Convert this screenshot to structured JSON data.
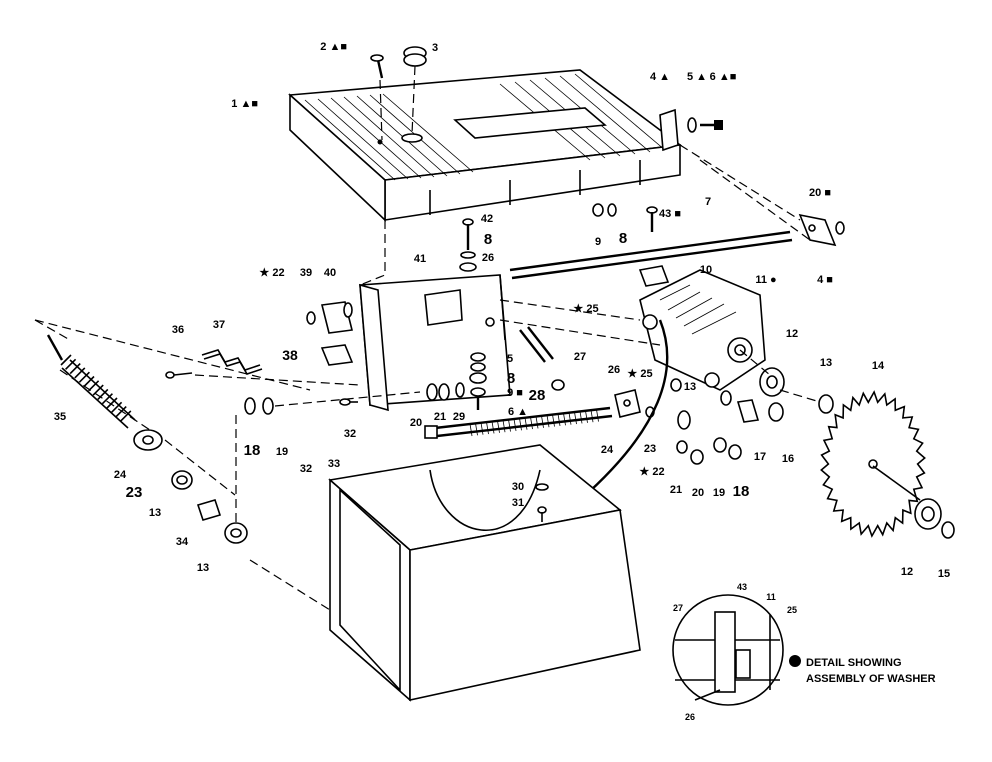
{
  "callouts": [
    {
      "id": "c1",
      "text": "1",
      "marks": "▲■"
    },
    {
      "id": "c2",
      "text": "2",
      "marks": "▲■"
    },
    {
      "id": "c3",
      "text": "3"
    },
    {
      "id": "c4a",
      "text": "4",
      "marks": "▲"
    },
    {
      "id": "c5",
      "text": "5",
      "marks": "▲"
    },
    {
      "id": "c6a",
      "text": "6",
      "marks": "▲■"
    },
    {
      "id": "c7",
      "text": "7"
    },
    {
      "id": "c20a",
      "text": "20",
      "marks": "■"
    },
    {
      "id": "c4b",
      "text": "4",
      "marks": "■"
    },
    {
      "id": "c9",
      "text": "9"
    },
    {
      "id": "c8a",
      "text": "8"
    },
    {
      "id": "c43",
      "text": "43",
      "marks": "■"
    },
    {
      "id": "c42",
      "text": "42"
    },
    {
      "id": "c8b",
      "text": "8"
    },
    {
      "id": "c26a",
      "text": "26"
    },
    {
      "id": "c41",
      "text": "41"
    },
    {
      "id": "c10",
      "text": "10"
    },
    {
      "id": "c11",
      "text": "11",
      "marks": "●"
    },
    {
      "id": "c22a",
      "text": "22",
      "prefix": "★"
    },
    {
      "id": "c39",
      "text": "39"
    },
    {
      "id": "c40",
      "text": "40"
    },
    {
      "id": "c25a",
      "text": "25",
      "prefix": "★"
    },
    {
      "id": "c36",
      "text": "36"
    },
    {
      "id": "c37",
      "text": "37"
    },
    {
      "id": "c38",
      "text": "38"
    },
    {
      "id": "c5b",
      "text": "5"
    },
    {
      "id": "c27",
      "text": "27"
    },
    {
      "id": "c26b",
      "text": "26"
    },
    {
      "id": "c8c",
      "text": "8"
    },
    {
      "id": "c9b",
      "text": "9",
      "marks": "■"
    },
    {
      "id": "c28",
      "text": "28"
    },
    {
      "id": "c25b",
      "text": "25",
      "prefix": "★"
    },
    {
      "id": "c12a",
      "text": "12"
    },
    {
      "id": "c13a",
      "text": "13"
    },
    {
      "id": "c14",
      "text": "14"
    },
    {
      "id": "c35",
      "text": "35"
    },
    {
      "id": "c20b",
      "text": "20"
    },
    {
      "id": "c21a",
      "text": "21"
    },
    {
      "id": "c29",
      "text": "29"
    },
    {
      "id": "c6b",
      "text": "6",
      "marks": "▲"
    },
    {
      "id": "c32a",
      "text": "32"
    },
    {
      "id": "c13b",
      "text": "13"
    },
    {
      "id": "c24a",
      "text": "24"
    },
    {
      "id": "c23a",
      "text": "23"
    },
    {
      "id": "c22b",
      "text": "22",
      "prefix": "★"
    },
    {
      "id": "c17",
      "text": "17"
    },
    {
      "id": "c16",
      "text": "16"
    },
    {
      "id": "c18a",
      "text": "18"
    },
    {
      "id": "c19a",
      "text": "19"
    },
    {
      "id": "c24b",
      "text": "24"
    },
    {
      "id": "c23b",
      "text": "23"
    },
    {
      "id": "c13c",
      "text": "13"
    },
    {
      "id": "c33",
      "text": "33"
    },
    {
      "id": "c32b",
      "text": "32"
    },
    {
      "id": "c30",
      "text": "30"
    },
    {
      "id": "c31",
      "text": "31"
    },
    {
      "id": "c21b",
      "text": "21"
    },
    {
      "id": "c20c",
      "text": "20"
    },
    {
      "id": "c19b",
      "text": "19"
    },
    {
      "id": "c18b",
      "text": "18"
    },
    {
      "id": "c34",
      "text": "34"
    },
    {
      "id": "c13d",
      "text": "13"
    },
    {
      "id": "c12b",
      "text": "12"
    },
    {
      "id": "c15",
      "text": "15"
    },
    {
      "id": "c27b",
      "text": "27"
    },
    {
      "id": "c43b",
      "text": "43"
    },
    {
      "id": "c11b",
      "text": "11"
    },
    {
      "id": "c25c",
      "text": "25"
    },
    {
      "id": "c26c",
      "text": "26"
    }
  ],
  "legend": {
    "symbol": "●",
    "line1": "DETAIL SHOWING",
    "line2": "ASSEMBLY OF WASHER"
  }
}
